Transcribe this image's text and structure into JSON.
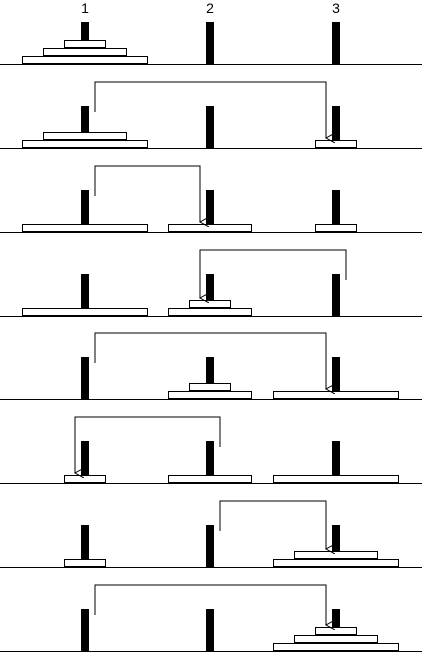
{
  "peg_labels": [
    "1",
    "2",
    "3"
  ],
  "colors": {
    "line": "#000000",
    "disk_fill": "#ffffff",
    "peg_fill": "#000000",
    "background": "#ffffff"
  },
  "diagram": {
    "description_free": true,
    "disks": {
      "small": "small-disk",
      "medium": "medium-disk",
      "large": "large-disk"
    },
    "states": [
      {
        "pegs": [
          [
            "large",
            "medium",
            "small"
          ],
          [],
          []
        ],
        "move": null
      },
      {
        "pegs": [
          [
            "large",
            "medium"
          ],
          [],
          [
            "small"
          ]
        ],
        "move": [
          1,
          3
        ]
      },
      {
        "pegs": [
          [
            "large"
          ],
          [
            "medium"
          ],
          [
            "small"
          ]
        ],
        "move": [
          1,
          2
        ]
      },
      {
        "pegs": [
          [
            "large"
          ],
          [
            "medium",
            "small"
          ],
          []
        ],
        "move": [
          3,
          2
        ]
      },
      {
        "pegs": [
          [],
          [
            "medium",
            "small"
          ],
          [
            "large"
          ]
        ],
        "move": [
          1,
          3
        ]
      },
      {
        "pegs": [
          [
            "small"
          ],
          [
            "medium"
          ],
          [
            "large"
          ]
        ],
        "move": [
          2,
          1
        ]
      },
      {
        "pegs": [
          [
            "small"
          ],
          [],
          [
            "large",
            "medium"
          ]
        ],
        "move": [
          2,
          3
        ]
      },
      {
        "pegs": [
          [],
          [],
          [
            "large",
            "medium",
            "small"
          ]
        ],
        "move": [
          1,
          3
        ]
      }
    ]
  }
}
